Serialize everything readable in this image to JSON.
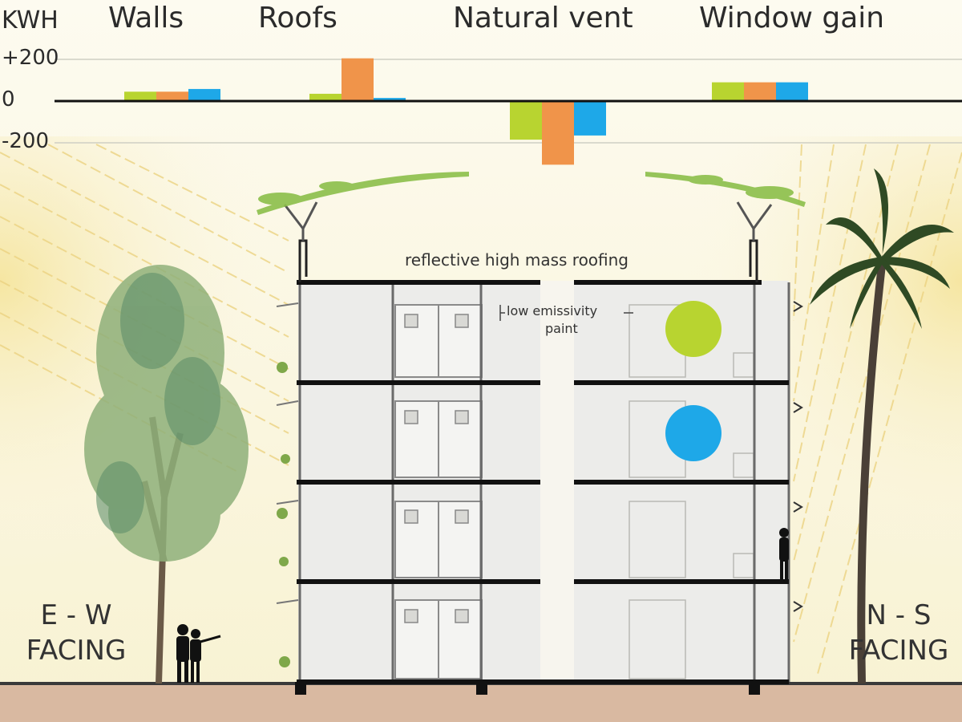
{
  "chart_data": {
    "type": "bar",
    "unit_label": "KWH",
    "categories": [
      "Walls",
      "Roofs",
      "Natural vent",
      "Window gain"
    ],
    "series": [
      {
        "color": "#b8d430",
        "values": [
          45,
          35,
          -185,
          90
        ]
      },
      {
        "color": "#f0944a",
        "values": [
          45,
          205,
          -305,
          90
        ]
      },
      {
        "color": "#1ea8e8",
        "values": [
          58,
          15,
          -165,
          90
        ]
      }
    ],
    "ticks": [
      "+200",
      "0",
      "-200"
    ],
    "tick_values": [
      200,
      0,
      -200
    ],
    "ylim": [
      -330,
      230
    ],
    "grid": true
  },
  "labels": {
    "roofing": "reflective high mass roofing",
    "paint_line1": "low emissivity",
    "paint_line2": "paint",
    "ew_line1": "E - W",
    "ew_line2": "FACING",
    "ns_line1": "N - S",
    "ns_line2": "FACING"
  },
  "markers": {
    "circle_top_color": "#b8d430",
    "circle_bottom_color": "#1ea8e8"
  }
}
